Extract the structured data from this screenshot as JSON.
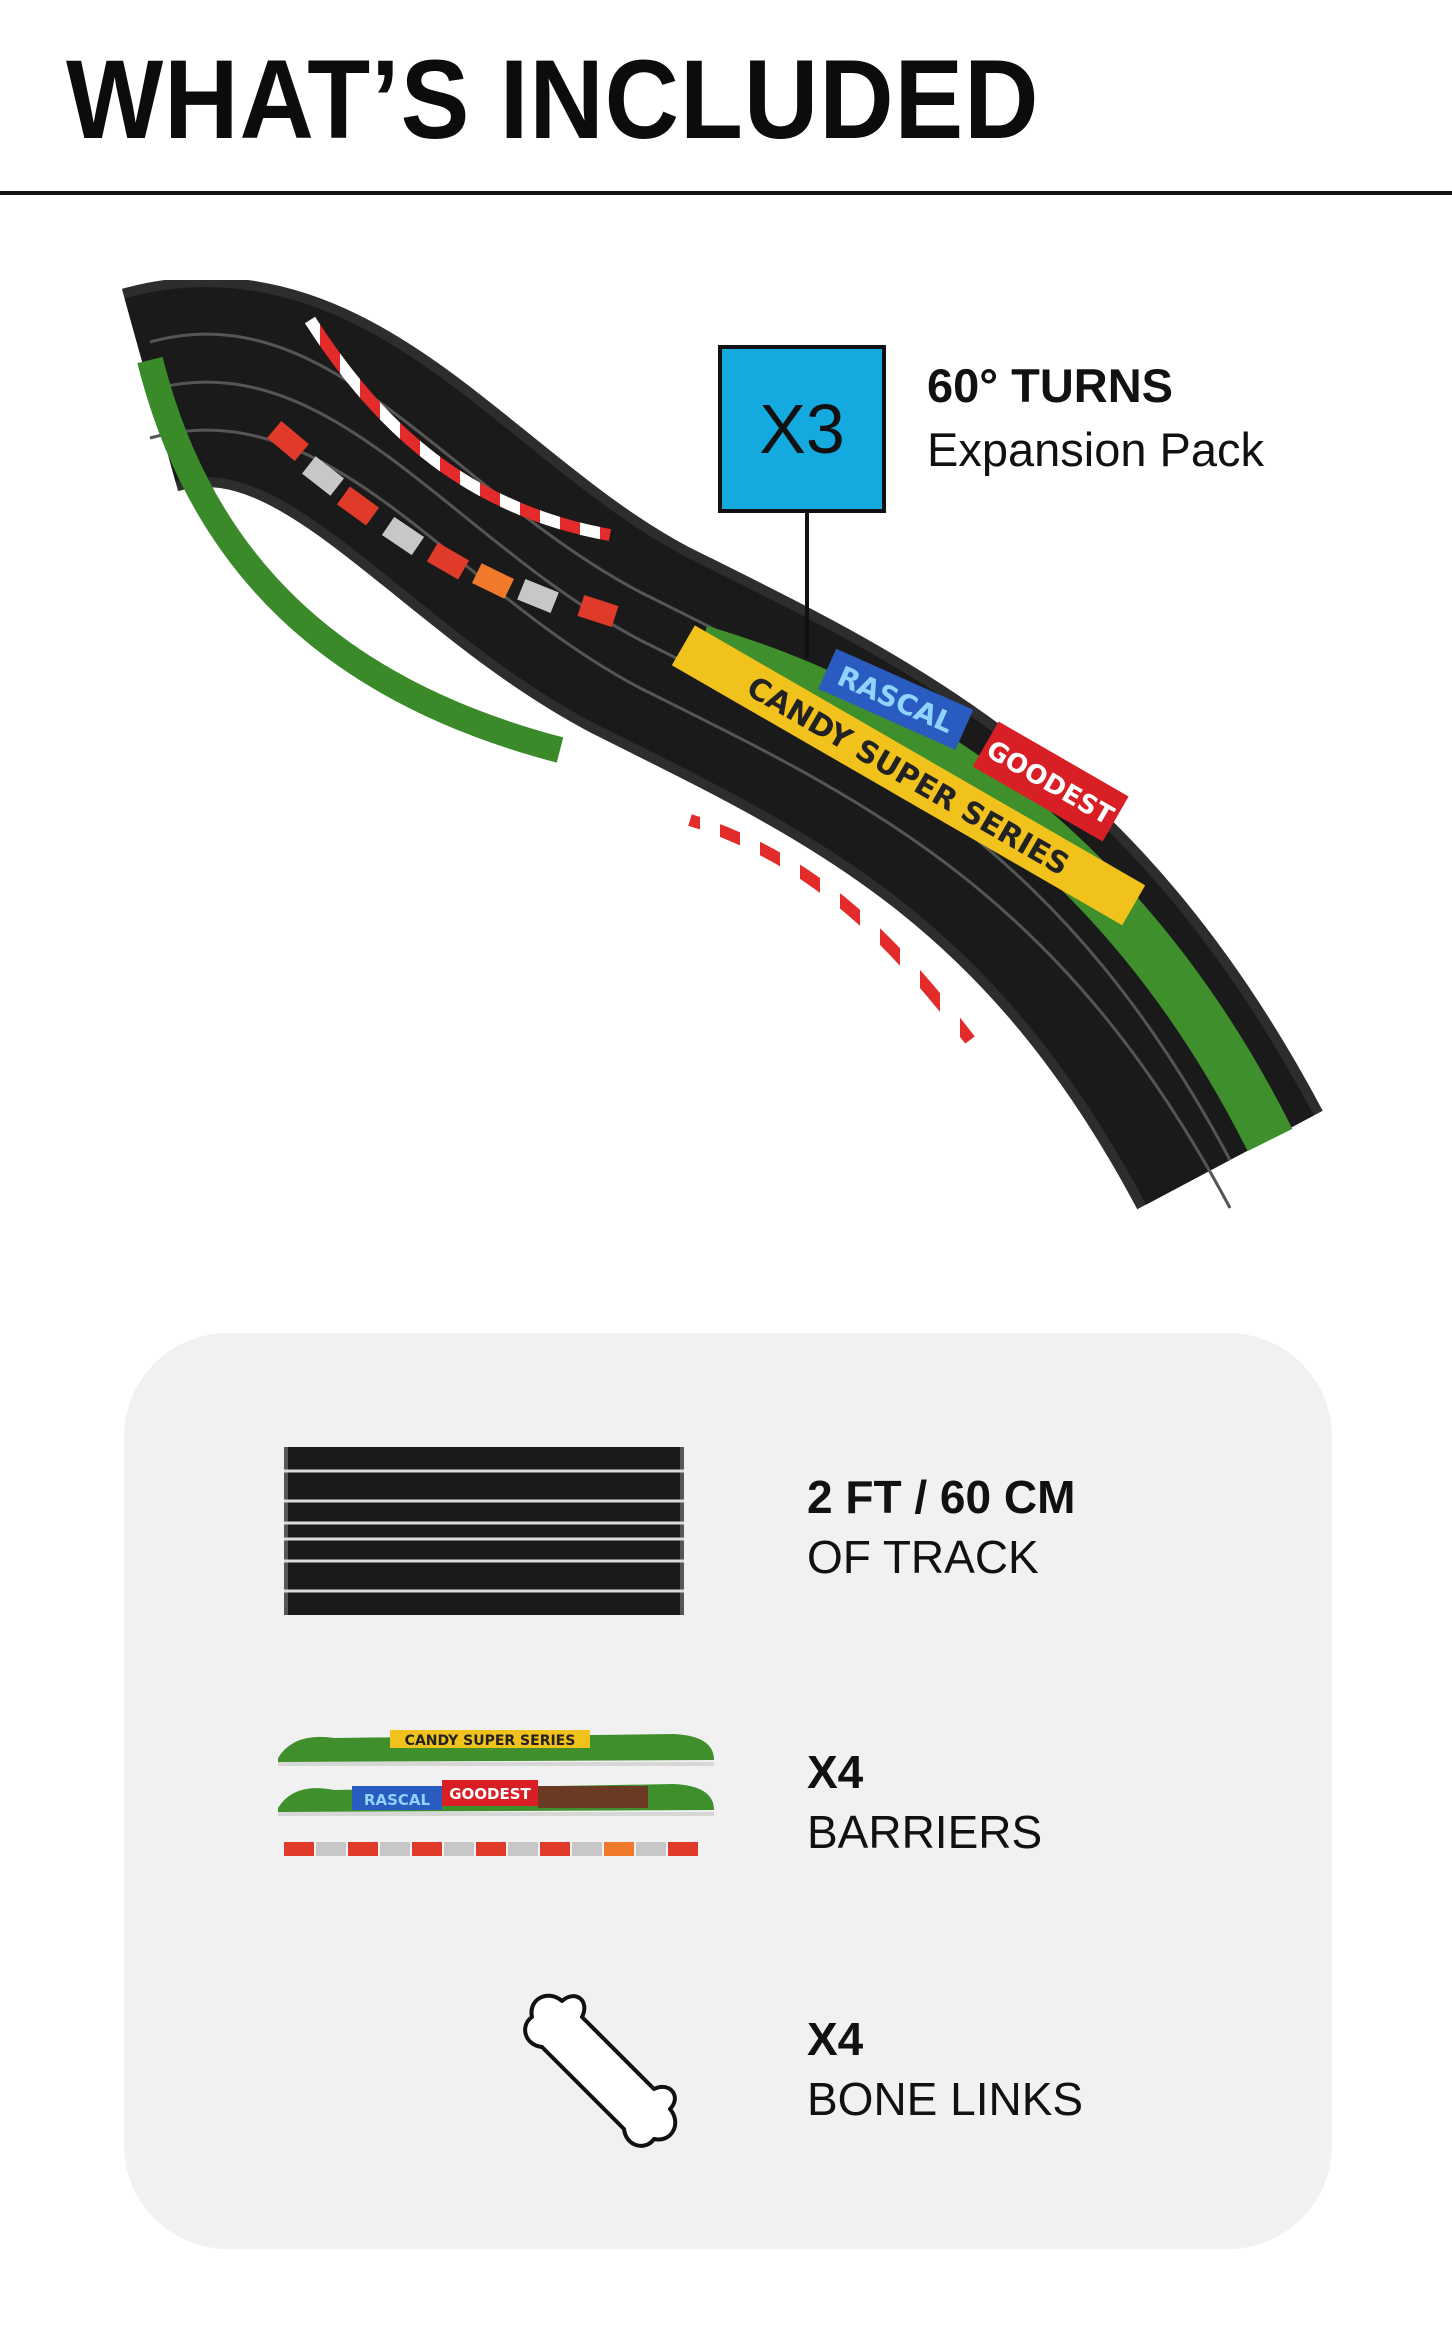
{
  "header": {
    "title": "WHAT’S INCLUDED"
  },
  "hero": {
    "badge": "X3",
    "title": "60° TURNS",
    "subtitle": "Expansion Pack",
    "accent_color": "#14a9df",
    "barrier_labels": [
      "RASCAL",
      "GOODEST",
      "CANDY SUPER SERIES"
    ]
  },
  "panel": {
    "items": [
      {
        "icon": "straight-track-icon",
        "title": "2 FT / 60 CM",
        "subtitle": "OF TRACK"
      },
      {
        "icon": "barriers-icon",
        "title": "X4",
        "subtitle": "BARRIERS",
        "barrier_labels": [
          "CANDY SUPER SERIES",
          "RASCAL",
          "GOODEST"
        ]
      },
      {
        "icon": "bone-link-icon",
        "title": "X4",
        "subtitle": "BONE LINKS"
      }
    ]
  }
}
